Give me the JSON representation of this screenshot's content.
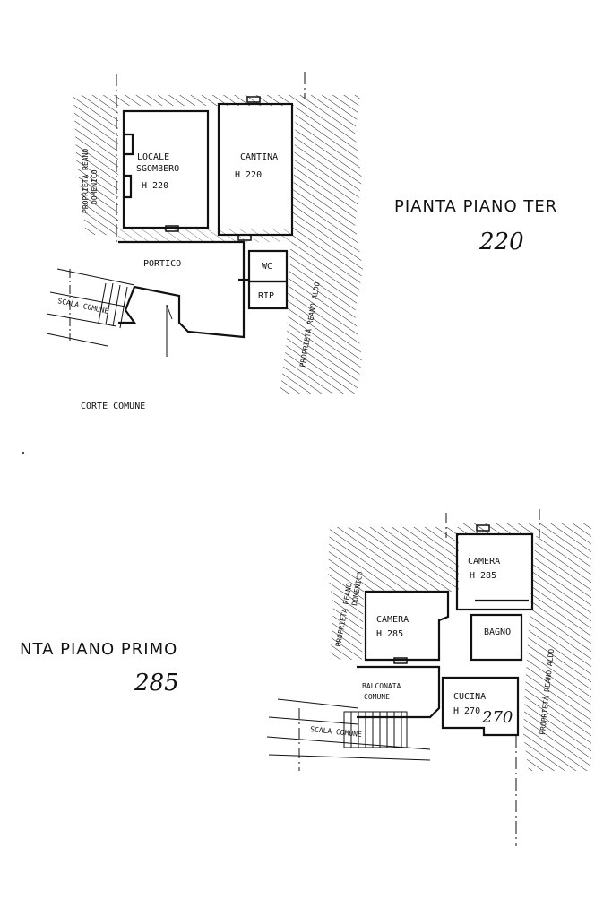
{
  "ground_floor": {
    "title": "PIANTA PIANO TER",
    "height": "220",
    "rooms": {
      "locale_line1": "LOCALE",
      "locale_line2": "SGOMBERO",
      "locale_height": "H 220",
      "cantina": "CANTINA",
      "cantina_height": "H 220",
      "portico": "PORTICO",
      "wc": "WC",
      "rip": "RIP"
    },
    "neighbor_left_line1": "PROPRIETÀ REANO",
    "neighbor_left_line2": "DOMENICO",
    "neighbor_right": "PROPRIETÀ REANO ALDO",
    "stair": "SCALA COMUNE",
    "court": "CORTE COMUNE"
  },
  "first_floor": {
    "title": "NTA PIANO PRIMO",
    "height": "285",
    "rooms": {
      "camera_top": "CAMERA",
      "camera_top_height": "H 285",
      "camera_left": "CAMERA",
      "camera_left_height": "H 285",
      "bagno": "BAGNO",
      "balconata_line1": "BALCONATA",
      "balconata_line2": "COMUNE",
      "cucina": "CUCINA",
      "cucina_height": "H 270",
      "cucina_note": "270"
    },
    "neighbor_left_line1": "PROPRIETÀ REANO",
    "neighbor_left_line2": "DOMENICO",
    "neighbor_right": "PROPRIETÀ REANO ALDO",
    "stair": "SCALA COMUNE"
  }
}
